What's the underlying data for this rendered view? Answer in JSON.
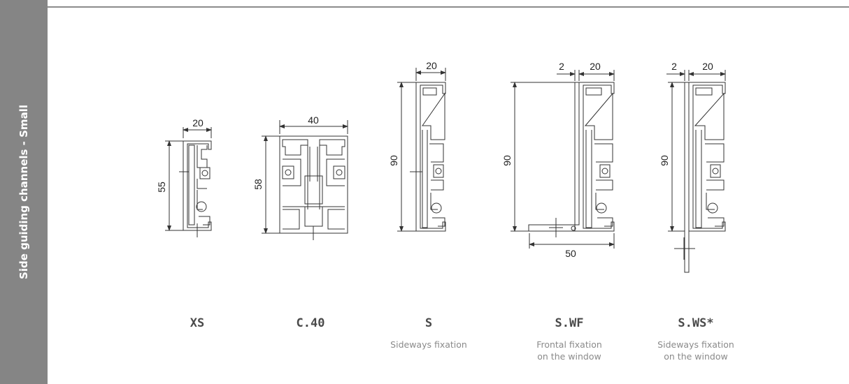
{
  "sidebar": {
    "title": "Side guiding channels - Small"
  },
  "profiles": [
    {
      "name": "XS",
      "subtitle": "",
      "dims": {
        "width": "20",
        "height": "55"
      }
    },
    {
      "name": "C.40",
      "subtitle": "",
      "dims": {
        "width": "40",
        "height": "58"
      }
    },
    {
      "name": "S",
      "subtitle": "Sideways fixation",
      "dims": {
        "width": "20",
        "height": "90"
      }
    },
    {
      "name": "S.WF",
      "subtitle": "Frontal fixation\non the window",
      "dims": {
        "offset": "2",
        "width": "20",
        "height": "90",
        "base": "50"
      }
    },
    {
      "name": "S.WS*",
      "subtitle": "Sideways fixation\non the window",
      "dims": {
        "offset": "2",
        "width": "20",
        "height": "90"
      }
    }
  ],
  "colors": {
    "sidebar": "#858585",
    "rule": "#8c8c8c",
    "line": "#333333"
  }
}
